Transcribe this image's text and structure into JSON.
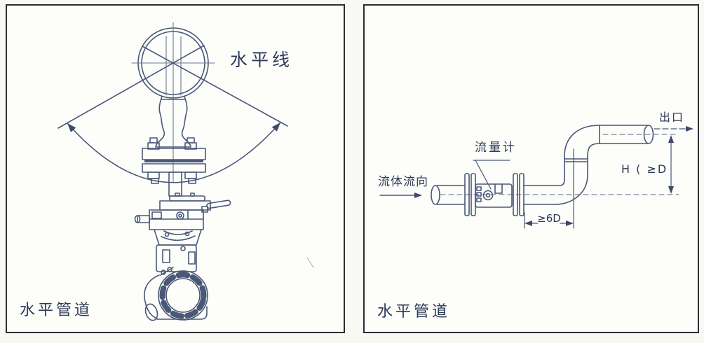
{
  "page": {
    "background": "#f8f8f4",
    "panel_background": "#fdfdfa",
    "border_color": "#2c2c34",
    "line_color": "#4a5878",
    "thin_line_color": "#6b7795",
    "text_color": "#2e3a57"
  },
  "panels": [
    {
      "name": "meter-head-rotation-diagram",
      "caption": "水平管道",
      "labels": {
        "horizontal_line": "水平线"
      }
    },
    {
      "name": "pipe-installation-diagram",
      "caption": "水平管道",
      "labels": {
        "flow_direction": "流体流向",
        "flowmeter": "流量计",
        "outlet": "出口",
        "height_dimension": "H ( ≥D",
        "straight_run_dimension": "≥6D"
      }
    }
  ]
}
